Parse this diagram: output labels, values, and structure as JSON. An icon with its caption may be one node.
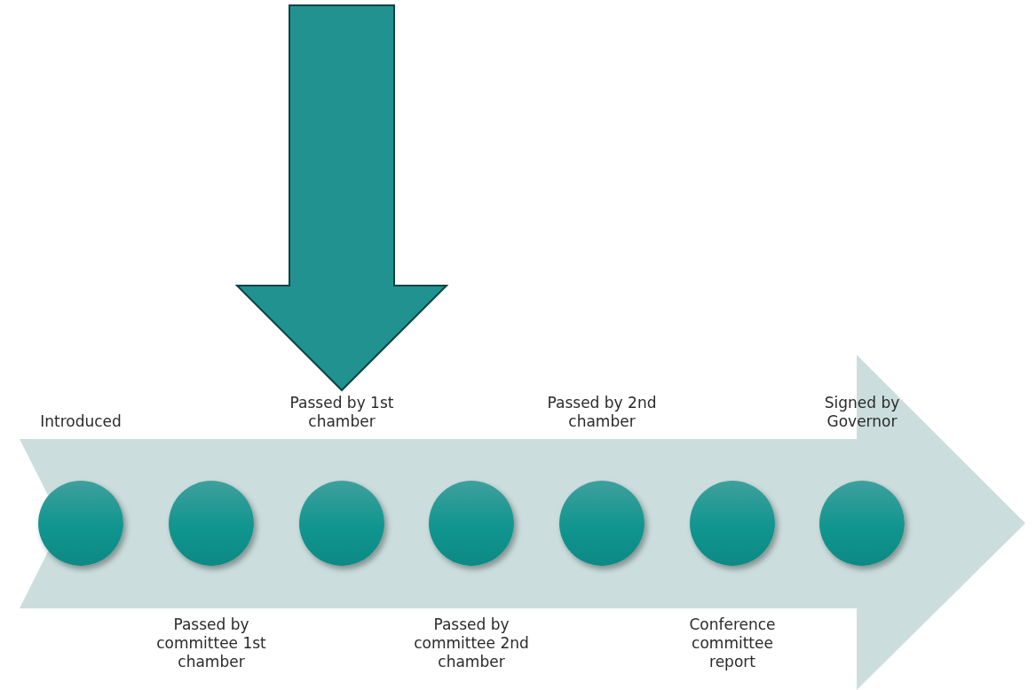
{
  "diagram": {
    "nodes": [
      {
        "text": [
          "Introduced"
        ]
      },
      {
        "text": [
          "Passed by committee 1st chamber"
        ]
      },
      {
        "text": [
          "Passed by 1st chamber"
        ]
      },
      {
        "text": [
          "Passed by committee 2nd chamber"
        ]
      },
      {
        "text": [
          "Passed by 2nd chamber"
        ]
      },
      {
        "text": [
          "Conference committee report"
        ]
      },
      {
        "text": [
          "Signed by Governor"
        ]
      }
    ],
    "edges": [
      {
        "from": null,
        "to": 2,
        "arrow": "to"
      }
    ]
  }
}
